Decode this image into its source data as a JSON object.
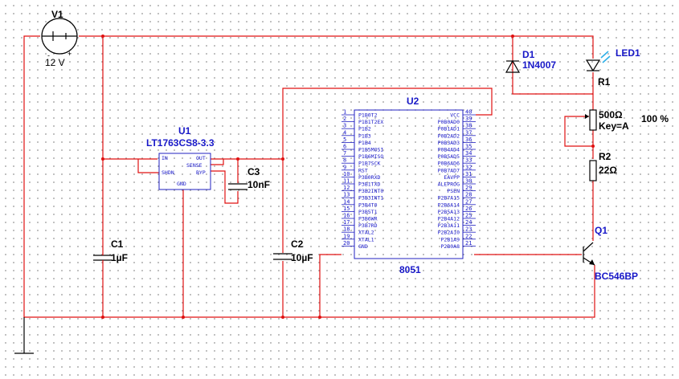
{
  "components": {
    "v1": {
      "ref": "V1",
      "value": "12 V",
      "polarity_minus": "-",
      "polarity_plus": "+"
    },
    "u1": {
      "ref": "U1",
      "part": "LT1763CS8-3.3",
      "pins": {
        "in": "IN",
        "out": "OUT",
        "sense": "SENSE",
        "shdn": "SHDN",
        "byp": "BYP",
        "gnd": "GND"
      }
    },
    "c1": {
      "ref": "C1",
      "value": "1µF"
    },
    "c2": {
      "ref": "C2",
      "value": "10µF"
    },
    "c3": {
      "ref": "C3",
      "value": "10nF"
    },
    "d1": {
      "ref": "D1",
      "part": "1N4007"
    },
    "led1": {
      "ref": "LED1"
    },
    "r1": {
      "ref": "R1",
      "value": "500Ω",
      "key": "Key=A",
      "percent": "100 %"
    },
    "r2": {
      "ref": "R2",
      "value": "22Ω"
    },
    "q1": {
      "ref": "Q1",
      "part": "BC546BP"
    },
    "u2": {
      "ref": "U2",
      "part": "8051",
      "left_pins": [
        {
          "num": "1",
          "name": "P1B0T2"
        },
        {
          "num": "2",
          "name": "P1B1T2EX"
        },
        {
          "num": "3",
          "name": "P1B2"
        },
        {
          "num": "4",
          "name": "P1B3"
        },
        {
          "num": "5",
          "name": "P1B4"
        },
        {
          "num": "6",
          "name": "P1B5MOSI"
        },
        {
          "num": "7",
          "name": "P1B6MISO"
        },
        {
          "num": "8",
          "name": "P1B7SCK"
        },
        {
          "num": "9",
          "name": "RST"
        },
        {
          "num": "10",
          "name": "P3B0RXD"
        },
        {
          "num": "11",
          "name": "P3B1TXD"
        },
        {
          "num": "12",
          "name": "P3B2INT0"
        },
        {
          "num": "13",
          "name": "P3B3INT1"
        },
        {
          "num": "14",
          "name": "P3B4T0"
        },
        {
          "num": "15",
          "name": "P3B5T1"
        },
        {
          "num": "16",
          "name": "P3B6WR"
        },
        {
          "num": "17",
          "name": "P3B7RD"
        },
        {
          "num": "18",
          "name": "XTAL2"
        },
        {
          "num": "19",
          "name": "XTAL1"
        },
        {
          "num": "20",
          "name": "GND"
        }
      ],
      "right_pins": [
        {
          "num": "40",
          "name": "VCC"
        },
        {
          "num": "39",
          "name": "P0B0AD0"
        },
        {
          "num": "38",
          "name": "P0B1AD1"
        },
        {
          "num": "37",
          "name": "P0B2AD2"
        },
        {
          "num": "36",
          "name": "P0B3AD3"
        },
        {
          "num": "35",
          "name": "P0B4AD4"
        },
        {
          "num": "34",
          "name": "P0B5AD5"
        },
        {
          "num": "33",
          "name": "P0B6AD6"
        },
        {
          "num": "32",
          "name": "P0B7AD7"
        },
        {
          "num": "31",
          "name": "EAVPP"
        },
        {
          "num": "30",
          "name": "ALEPROG"
        },
        {
          "num": "29",
          "name": "PSEN"
        },
        {
          "num": "28",
          "name": "P2B7A15"
        },
        {
          "num": "27",
          "name": "P2B6A14"
        },
        {
          "num": "26",
          "name": "P2B5A13"
        },
        {
          "num": "25",
          "name": "P2B4A12"
        },
        {
          "num": "24",
          "name": "P2B3A11"
        },
        {
          "num": "23",
          "name": "P2B2A10"
        },
        {
          "num": "22",
          "name": "P2B1A9"
        },
        {
          "num": "21",
          "name": "P2B0A8"
        }
      ]
    }
  },
  "colors": {
    "wire": "#e01010",
    "label": "#1818c8",
    "component": "#000000",
    "grid_dot": "#8a8a8a",
    "led_arrow": "#30b0e8"
  }
}
